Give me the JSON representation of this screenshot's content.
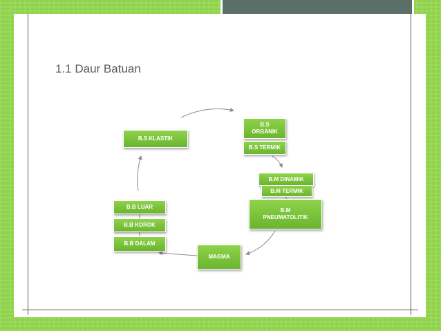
{
  "title": "1.1 Daur Batuan",
  "colors": {
    "node_fill": "#79c23a",
    "node_text": "#ffffff",
    "arrow": "#8a8a8a",
    "background": "#8fd34a"
  },
  "diagram": {
    "nodes": {
      "bs_klastik": "B.S KLASTIK",
      "bs_organik": "B.S ORGANIK",
      "bs_termik": "B.S TERMIK",
      "bm_dinamik": "B.M DINAMIK",
      "bm_termik": "B.M TERMIK",
      "bm_pneumatolitik": "B.M PNEUMATOLITIK",
      "magma": "MAGMA",
      "bb_luar": "B.B LUAR",
      "bb_korok": "B.B KOROK",
      "bb_dalam": "B.B DALAM"
    }
  }
}
